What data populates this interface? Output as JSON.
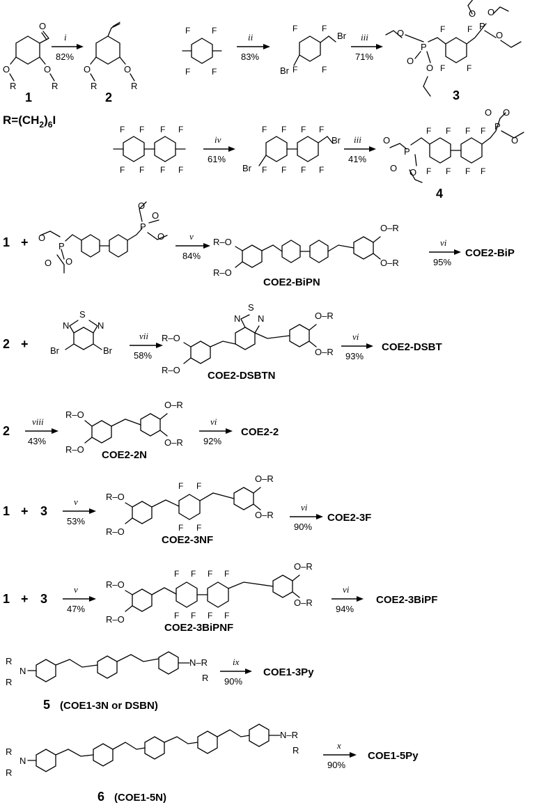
{
  "r_definition": {
    "prefix": "R=(CH",
    "sub1": "2",
    "mid": ")",
    "sub2": "6",
    "suffix": "I"
  },
  "compounds": {
    "c1": "1",
    "c2": "2",
    "c3": "3",
    "c4": "4",
    "c5_num": "5",
    "c5_name": "(COE1-3N or DSBN)",
    "c6_num": "6",
    "c6_name": "(COE1-5N)"
  },
  "atoms": {
    "O": "O",
    "R": "R",
    "OR": "O–R",
    "RO": "R–O",
    "F": "F",
    "Br": "Br",
    "P": "P",
    "N": "N",
    "S": "S",
    "NR": "N–R"
  },
  "plus": "+",
  "reactions": [
    {
      "step": "i",
      "yield": "82%"
    },
    {
      "step": "ii",
      "yield": "83%"
    },
    {
      "step": "iii",
      "yield": "71%"
    },
    {
      "step": "iv",
      "yield": "61%"
    },
    {
      "step": "iii",
      "yield": "41%"
    },
    {
      "step": "v",
      "yield": "84%",
      "intermediate": "COE2-BiPN"
    },
    {
      "step": "vi",
      "yield": "95%",
      "product": "COE2-BiP"
    },
    {
      "step": "vii",
      "yield": "58%",
      "intermediate": "COE2-DSBTN"
    },
    {
      "step": "vi",
      "yield": "93%",
      "product": "COE2-DSBT"
    },
    {
      "step": "viii",
      "yield": "43%",
      "intermediate": "COE2-2N"
    },
    {
      "step": "vi",
      "yield": "92%",
      "product": "COE2-2"
    },
    {
      "step": "v",
      "yield": "53%",
      "intermediate": "COE2-3NF"
    },
    {
      "step": "vi",
      "yield": "90%",
      "product": "COE2-3F"
    },
    {
      "step": "v",
      "yield": "47%",
      "intermediate": "COE2-3BiPNF"
    },
    {
      "step": "vi",
      "yield": "94%",
      "product": "COE2-3BiPF"
    },
    {
      "step": "ix",
      "yield": "90%",
      "product": "COE1-3Py"
    },
    {
      "step": "x",
      "yield": "90%",
      "product": "COE1-5Py"
    }
  ]
}
